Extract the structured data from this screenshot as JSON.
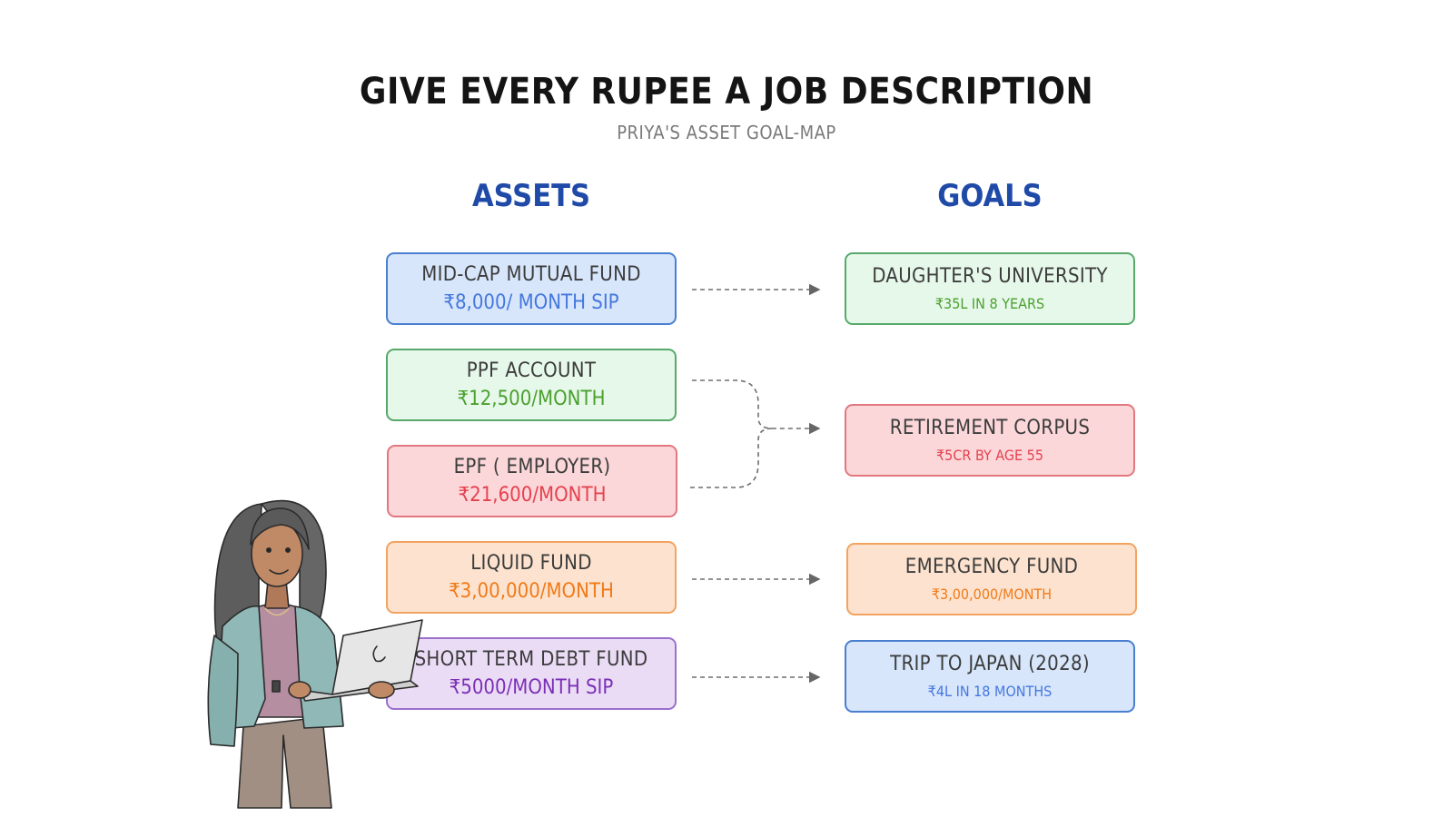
{
  "header": {
    "title": "GIVE EVERY RUPEE A JOB DESCRIPTION",
    "subtitle": "PRIYA'S ASSET GOAL-MAP"
  },
  "columns": {
    "assets_label": "ASSETS",
    "goals_label": "GOALS"
  },
  "assets": [
    {
      "name": "MID-CAP MUTUAL FUND",
      "value": "₹8,000/ MONTH SIP",
      "color": "blue"
    },
    {
      "name": "PPF ACCOUNT",
      "value": "₹12,500/MONTH",
      "color": "green"
    },
    {
      "name": "EPF ( EMPLOYER)",
      "value": "₹21,600/MONTH",
      "color": "red"
    },
    {
      "name": "LIQUID FUND",
      "value": "₹3,00,000/MONTH",
      "color": "orange"
    },
    {
      "name": "SHORT TERM DEBT FUND",
      "value": "₹5000/MONTH SIP",
      "color": "purple"
    }
  ],
  "goals": [
    {
      "name": "DAUGHTER'S UNIVERSITY",
      "value": "₹35L IN 8 YEARS",
      "color": "green"
    },
    {
      "name": "RETIREMENT CORPUS",
      "value": "₹5CR BY AGE 55",
      "color": "red"
    },
    {
      "name": "EMERGENCY FUND",
      "value": "₹3,00,000/MONTH",
      "color": "orange"
    },
    {
      "name": "TRIP TO JAPAN (2028)",
      "value": "₹4L IN 18 MONTHS",
      "color": "blue"
    }
  ],
  "links": [
    {
      "from": "MID-CAP MUTUAL FUND",
      "to": "DAUGHTER'S UNIVERSITY"
    },
    {
      "from": "PPF ACCOUNT",
      "to": "RETIREMENT CORPUS"
    },
    {
      "from": "EPF ( EMPLOYER)",
      "to": "RETIREMENT CORPUS"
    },
    {
      "from": "LIQUID FUND",
      "to": "EMERGENCY FUND"
    },
    {
      "from": "SHORT TERM DEBT FUND",
      "to": "TRIP TO JAPAN (2028)"
    }
  ],
  "colors": {
    "blue": "#4a7fd0",
    "green": "#56a96a",
    "red": "#e2787f",
    "orange": "#f2a35f",
    "purple": "#9b70cc",
    "heading": "#1f4aa8"
  },
  "illustration": {
    "character": "woman-with-laptop"
  }
}
